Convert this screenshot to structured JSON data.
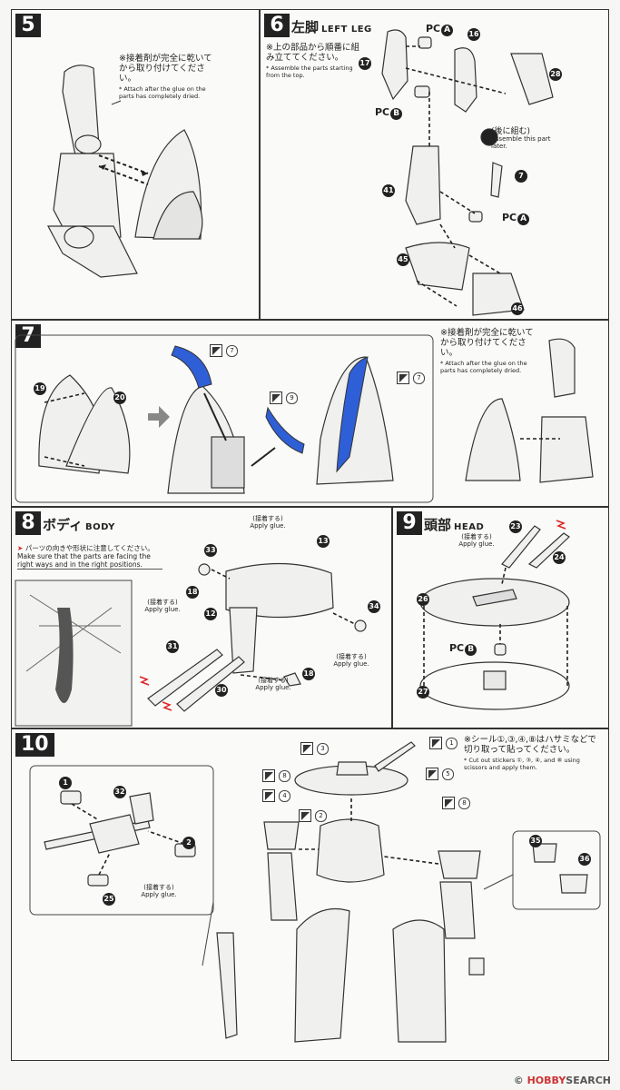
{
  "steps": [
    {
      "num": "5",
      "note_jp": "※接着剤が完全に乾いてから取り付けてください。",
      "note_en": "* Attach after the glue on the parts has completely dried."
    },
    {
      "num": "6",
      "title_jp": "左脚",
      "title_en": "LEFT LEG",
      "note_jp": "※上の部品から順番に組み立ててください。",
      "note_en": "* Assemble the parts starting from the top.",
      "parts": [
        "17",
        "16",
        "28",
        "41",
        "7",
        "45",
        "46"
      ],
      "pc_a": "PC",
      "pc_a_mark": "A",
      "pc_b": "PC",
      "pc_b_mark": "B",
      "later_jp": "(後に組む)",
      "later_en": "Assemble this part later."
    },
    {
      "num": "7",
      "parts": [
        "19",
        "20"
      ],
      "stickers": [
        "7",
        "9",
        "7"
      ],
      "note_jp": "※接着剤が完全に乾いてから取り付けてください。",
      "note_en": "* Attach after the glue on the parts has completely dried."
    },
    {
      "num": "8",
      "title_jp": "ボディ",
      "title_en": "BODY",
      "warn_jp": "パーツの向きや形状に注意してください。",
      "warn_en": "Make sure that the parts are facing the right ways and in the right positions.",
      "parts": [
        "33",
        "13",
        "18",
        "12",
        "34",
        "31",
        "18",
        "30"
      ],
      "glue_jp": "(接着する)",
      "glue_en": "Apply glue."
    },
    {
      "num": "9",
      "title_jp": "頭部",
      "title_en": "HEAD",
      "parts": [
        "23",
        "24",
        "26",
        "27"
      ],
      "glue_jp": "(接着する)",
      "glue_en": "Apply glue.",
      "pc_b": "PC",
      "pc_b_mark": "B"
    },
    {
      "num": "10",
      "parts": [
        "1",
        "32",
        "2",
        "25",
        "35",
        "36"
      ],
      "glue_jp": "(接着する)",
      "glue_en": "Apply glue.",
      "stickers": [
        "3",
        "1",
        "8",
        "5",
        "4",
        "8",
        "2"
      ],
      "note_jp": "※シール①,③,④,⑧はハサミなどで切り取って貼ってください。",
      "note_en": "* Cut out stickers ①, ③, ④, and ⑧ using scissors and apply them."
    }
  ],
  "watermark": {
    "prefix": "©",
    "brand": "HOBBY",
    "suffix": "SEARCH"
  },
  "colors": {
    "accent_blue": "#2f5fd6",
    "warn_red": "#d22"
  }
}
